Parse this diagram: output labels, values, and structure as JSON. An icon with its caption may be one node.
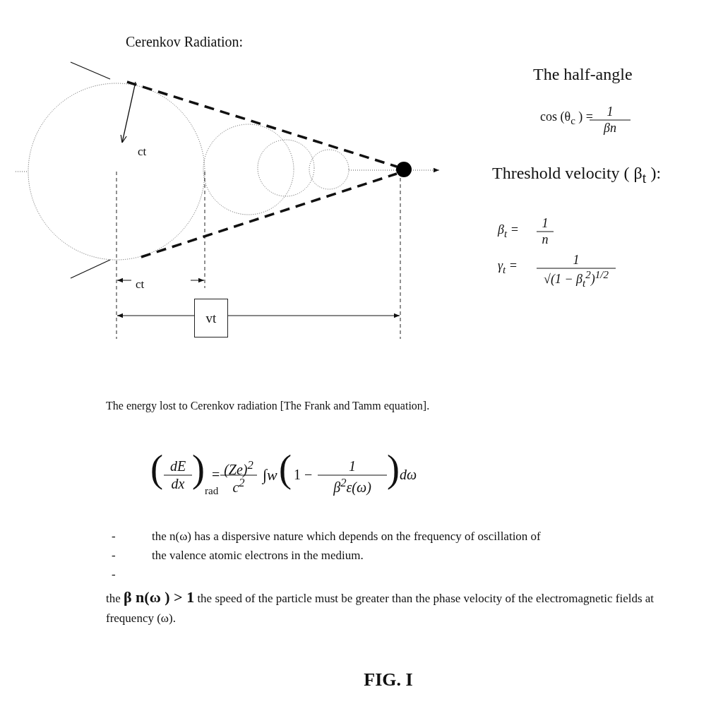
{
  "diagram": {
    "title": "Cerenkov Radiation:",
    "caption": "FIG. I",
    "nodes": [
      {
        "text": [
          "vt"
        ]
      }
    ],
    "edges": [],
    "labels": [
      "ct",
      "ct",
      "The half-angle",
      "cos (θ$_{c}$ ) =",
      "1",
      "βn",
      "Threshold velocity ( β$_{t}$ ):",
      "β$_{t}$ =",
      "1",
      "n",
      "γ$_{t}$ =",
      "1",
      "√(1 − β$_{t}$$^{2}$)$^{1/2}$",
      "The energy lost to Cerenkov radiation [The Frank and Tamm equation].",
      "(",
      "dE",
      "dx",
      ")$_{rad}$",
      "=",
      "(Ze)$^{2}$",
      "c$^{2}$",
      "∫w",
      "(",
      "1 −",
      "1",
      "β$^{2}$ε(ω)",
      ")",
      "dω",
      "-",
      "the n(ω) has a dispersive nature which depends on the frequency of oscillation of",
      "-",
      "the valence atomic electrons in the medium.",
      "-",
      "the **β n(ω ) > 1** the speed of the particle must be greater than the phase velocity of the electromagnetic fields at frequency (ω)."
    ]
  }
}
